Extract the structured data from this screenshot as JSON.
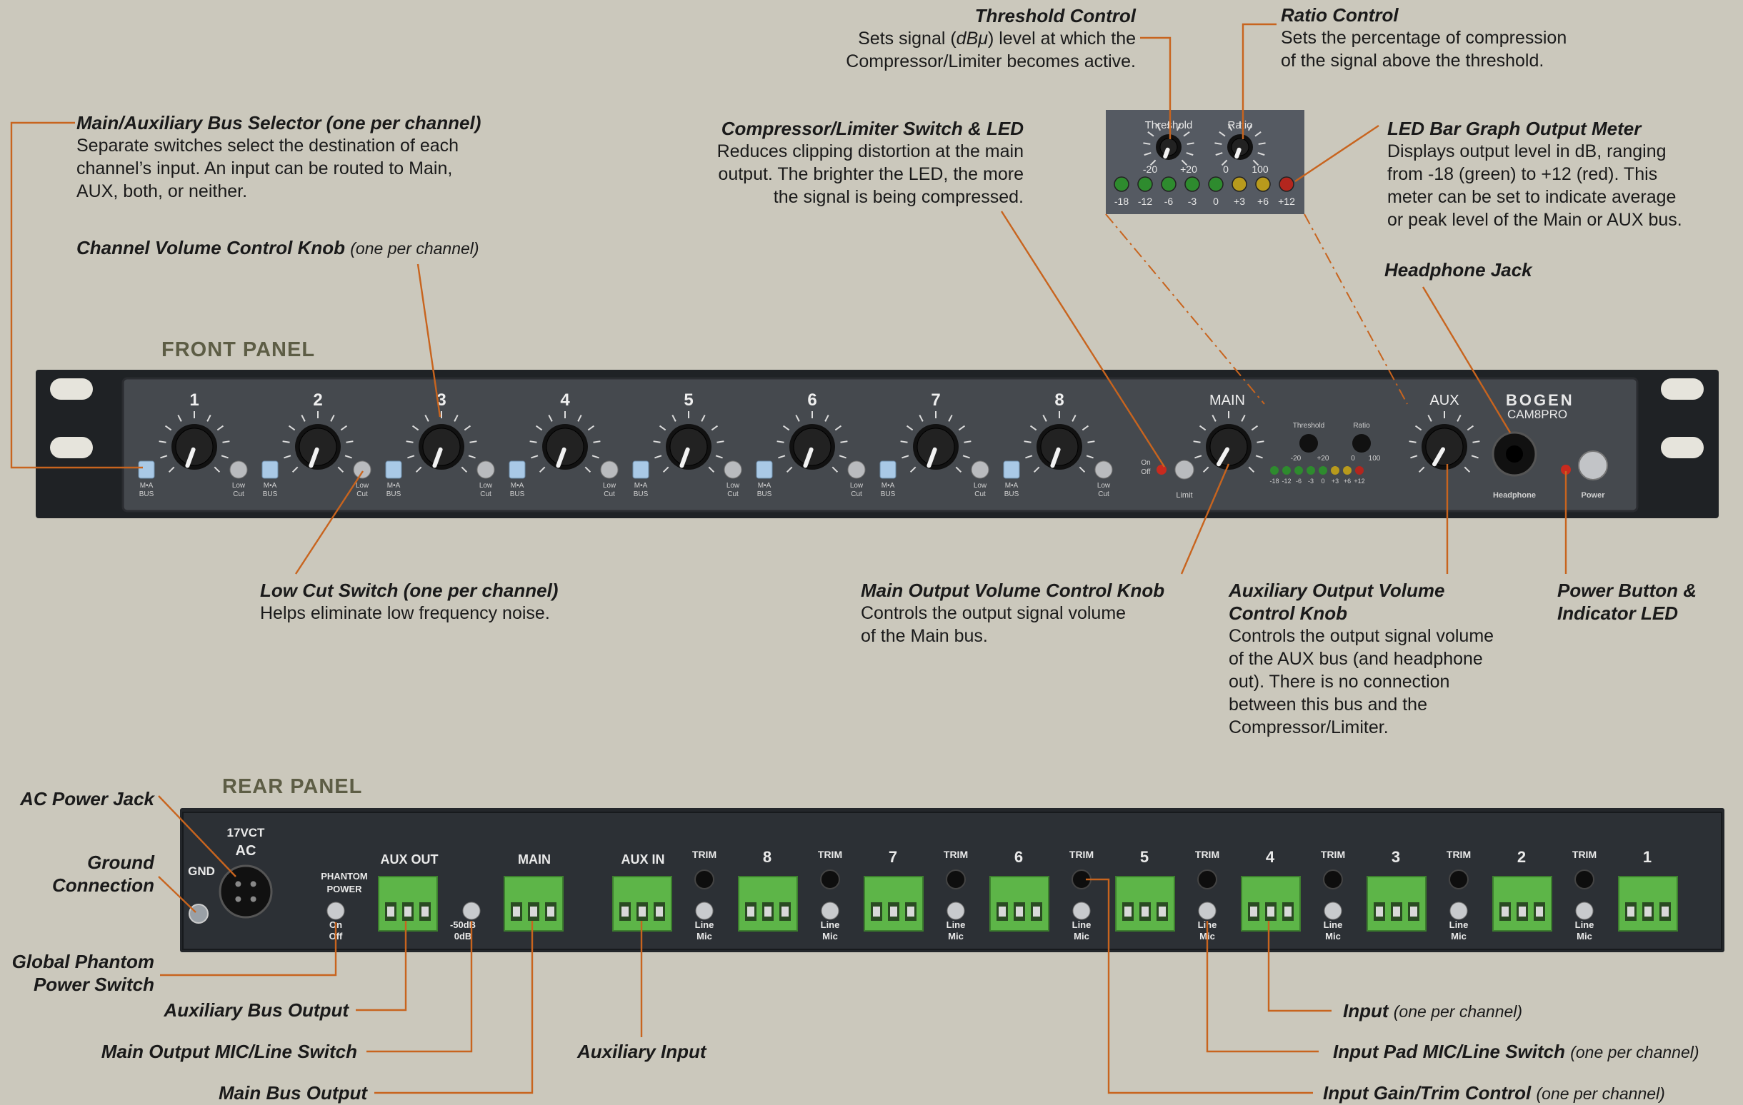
{
  "front_panel": {
    "title": "FRONT PANEL",
    "brand": "BOGEN",
    "model": "CAM8PRO",
    "channels": [
      "1",
      "2",
      "3",
      "4",
      "5",
      "6",
      "7",
      "8"
    ],
    "bus_label_1": "M•A",
    "bus_label_2": "BUS",
    "low_cut_1": "Low",
    "low_cut_2": "Cut",
    "main_label": "MAIN",
    "aux_label": "AUX",
    "on_label": "On",
    "off_label": "Off",
    "limit_label": "Limit",
    "threshold_label": "Threshold",
    "ratio_label": "Ratio",
    "threshold_min": "-20",
    "threshold_max": "+20",
    "ratio_min": "0",
    "ratio_max": "100",
    "meter_scale": [
      "-18",
      "-12",
      "-6",
      "-3",
      "0",
      "+3",
      "+6",
      "+12"
    ],
    "meter_colors": [
      "#2e8b2e",
      "#2e8b2e",
      "#2e8b2e",
      "#2e8b2e",
      "#2e8b2e",
      "#b89a1c",
      "#b89a1c",
      "#b3261e"
    ],
    "headphone_label": "Headphone",
    "power_label": "Power"
  },
  "rear_panel": {
    "title": "REAR PANEL",
    "ac_label_1": "17VCT",
    "ac_label_2": "AC",
    "gnd_label": "GND",
    "phantom_label_1": "PHANTOM",
    "phantom_label_2": "POWER",
    "on_label": "On",
    "off_label": "Off",
    "aux_out_label": "AUX OUT",
    "main_label": "MAIN",
    "aux_in_label": "AUX IN",
    "db50_label": "-50dB",
    "db0_label": "0dB",
    "trim_label": "TRIM",
    "line_label": "Line",
    "mic_label": "Mic",
    "inputs": [
      "8",
      "7",
      "6",
      "5",
      "4",
      "3",
      "2",
      "1"
    ]
  },
  "callouts": {
    "bus_selector": {
      "title": "Main/Auxiliary Bus Selector (one per channel)",
      "desc": "Separate switches select the destination of each\nchannel’s input.  An input can be routed to Main,\nAUX, both, or neither."
    },
    "channel_volume": {
      "title": "Channel Volume Control Knob",
      "title_note": "(one per channel)"
    },
    "threshold": {
      "title": "Threshold Control",
      "desc_1": "Sets signal (",
      "desc_em": "dBμ",
      "desc_2": ") level at which the\nCompressor/Limiter becomes active."
    },
    "ratio": {
      "title": "Ratio Control",
      "desc": "Sets the percentage of compression\nof the signal above the threshold."
    },
    "compressor": {
      "title": "Compressor/Limiter Switch & LED",
      "desc": "Reduces clipping distortion at the main\noutput. The brighter the LED, the more\nthe signal is being compressed."
    },
    "led_meter": {
      "title": "LED Bar Graph Output Meter",
      "desc": "Displays output level in dB, ranging\nfrom  -18 (green) to +12 (red). This\nmeter can be set to indicate average\nor peak level of the Main or AUX bus."
    },
    "headphone": {
      "title": "Headphone Jack"
    },
    "low_cut": {
      "title": "Low Cut Switch (one per channel)",
      "desc": "Helps eliminate low frequency noise."
    },
    "main_volume": {
      "title": "Main Output Volume Control Knob",
      "desc": "Controls the output signal volume\nof the Main bus."
    },
    "aux_volume": {
      "title_1": "Auxiliary Output Volume",
      "title_2": "Control Knob",
      "desc": "Controls the output signal volume\nof the AUX bus (and headphone\nout). There is no connection\nbetween this bus and the\nCompressor/Limiter."
    },
    "power": {
      "title_1": "Power Button &",
      "title_2": "Indicator LED"
    },
    "ac_power": {
      "title": "AC Power Jack"
    },
    "ground": {
      "title_1": "Ground",
      "title_2": "Connection"
    },
    "phantom": {
      "title_1": "Global Phantom",
      "title_2": "Power Switch"
    },
    "aux_bus_output": {
      "title": "Auxiliary Bus Output"
    },
    "main_mic_line": {
      "title": "Main Output MIC/Line Switch"
    },
    "main_bus_output": {
      "title": "Main Bus Output"
    },
    "aux_input": {
      "title": "Auxiliary Input"
    },
    "input": {
      "title": "Input",
      "title_note": "(one per channel)"
    },
    "input_pad": {
      "title": "Input Pad MIC/Line Switch",
      "title_note": "(one per channel)"
    },
    "input_gain": {
      "title": "Input Gain/Trim Control",
      "title_note": "(one per channel)"
    }
  },
  "colors": {
    "leader": "#c8641e",
    "panel": "#2c2f33",
    "panel_face": "#404449",
    "connector": "#5db548",
    "background": "#cbc8bc"
  }
}
